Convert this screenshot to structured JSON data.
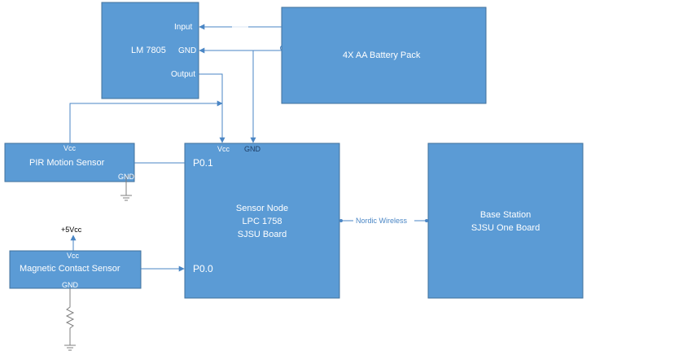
{
  "diagram": {
    "colors": {
      "box_fill": "#5b9bd5",
      "box_stroke": "#41719c",
      "wire": "#4a86c5",
      "ground": "#7f7f7f"
    },
    "regulator": {
      "name": "LM 7805",
      "input": "Input",
      "gnd": "GND",
      "output": "Output"
    },
    "battery": {
      "name": "4X AA Battery Pack"
    },
    "pir": {
      "name": "PIR Motion Sensor",
      "vcc": "Vcc",
      "gnd": "GND"
    },
    "magnetic": {
      "name": "Magnetic Contact Sensor",
      "vcc": "Vcc",
      "gnd": "GND",
      "supply": "+5Vcc"
    },
    "sensor_node": {
      "line1": "Sensor Node",
      "line2": "LPC 1758",
      "line3": "SJSU Board",
      "pin_a": "P0.1",
      "pin_b": "P0.0",
      "vcc": "Vcc",
      "gnd": "GND"
    },
    "link": {
      "label": "Nordic Wireless"
    },
    "base_station": {
      "line1": "Base Station",
      "line2": "SJSU One Board"
    }
  }
}
